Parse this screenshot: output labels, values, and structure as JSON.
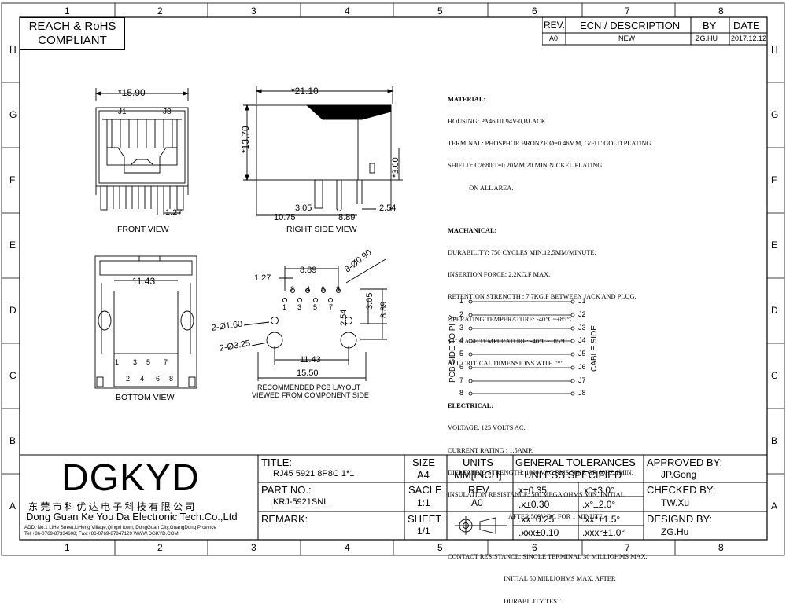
{
  "compliance": {
    "line1": "REACH & RoHS",
    "line2": "COMPLIANT"
  },
  "zones": {
    "columns": [
      "1",
      "2",
      "3",
      "4",
      "5",
      "6",
      "7",
      "8"
    ],
    "rows": [
      "H",
      "G",
      "F",
      "E",
      "D",
      "C",
      "B",
      "A"
    ]
  },
  "revision": {
    "headers": {
      "rev": "REV.",
      "ecn": "ECN / DESCRIPTION",
      "by": "BY",
      "date": "DATE"
    },
    "row": {
      "rev": "A0",
      "ecn": "NEW",
      "by": "ZG.HU",
      "date": "2017.12.12"
    }
  },
  "views": {
    "front": "FRONT VIEW",
    "right": "RIGHT SIDE VIEW",
    "bottom": "BOTTOM VIEW",
    "pcb_line1": "RECOMMENDED PCB LAYOUT",
    "pcb_line2": "VIEWED FROM COMPONENT SIDE"
  },
  "dims": {
    "front_width": "*15.90",
    "j1": "J1",
    "j8": "J8",
    "pitch": "1.27",
    "side_width": "*21.10",
    "side_height": "*13.70",
    "side_3_00": "*3.00",
    "d_10_75": "10.75",
    "d_3_05": "3.05",
    "d_8_89": "8.89",
    "d_2_54": "2.54",
    "bottom_11_43": "11.43",
    "pcb_8_89_top": "8.89",
    "pcb_1_27": "1.27",
    "pcb_hole_090": "8-Ø0.90",
    "pcb_3_05": "3.05",
    "pcb_8_89_right": "8.89",
    "pcb_2_54": "2.54",
    "pcb_160": "2-Ø1.60",
    "pcb_325": "2-Ø3.25",
    "pcb_11_43": "11.43",
    "pcb_15_50": "15.50"
  },
  "pins": {
    "odd": [
      "1",
      "3",
      "5",
      "7"
    ],
    "even": [
      "2",
      "4",
      "6",
      "8"
    ]
  },
  "bottom_pins": {
    "odd": [
      "1",
      "3",
      "5",
      "7"
    ],
    "even": [
      "2",
      "4",
      "6",
      "8"
    ]
  },
  "notes": {
    "material_title": "MATERIAL:",
    "material": [
      "HOUSING: PA46,UL94V-0,BLACK.",
      "TERMINAL: PHOSPHOR BRONZE Ø=0.46MM, G/FU\" GOLD PLATING.",
      "SHIELD: C2680,T=0.20MM,20 MIN NICKEL PLATING",
      "             ON ALL AREA."
    ],
    "mechanical_title": "MACHANICAL:",
    "mechanical": [
      "DURABILITY: 750 CYCLES MIN,12.5MM/MINUTE.",
      "INSERTION FORCE: 2.2KG.F MAX.",
      "RETENTION STRENGTH : 7.7KG.F BETWEEN JACK AND PLUG.",
      "OPERATING TEMPERATURE: -40℃~+85℃.",
      "STORAGE TEMPERATURE: -40℃~+85℃.",
      "ALL CRITICAL DIMENSIONS WITH \"*\""
    ],
    "electrical_title": "ELECTRICAL:",
    "electrical": [
      "VOLTAGE: 125 VOLTS AC.",
      "CURRENT RATING : 1.5AMP.",
      "DIELECTRIC STRENGTH: 1000 VAC RMS 50HZ OR 60HZ,1MIN.",
      "INSULATION RESISTANCE: 500 MEGA OHMS MIN. INITIAL",
      "                                     AFTER 500V DC FOR 1 MINUTE.",
      "",
      "CONTACT RESISTANCE: SINGLE TERMINAL 30 MILLIOHMS MAX.",
      "                                  INITIAL 50 MILLIOHMS MAX. AFTER",
      "                                  DURABILITY TEST."
    ]
  },
  "schematic": {
    "left_label": "PCB SIDE TO PHY",
    "right_label": "CABLE SIDE",
    "pins": [
      "1",
      "2",
      "3",
      "4",
      "5",
      "6",
      "7",
      "8"
    ],
    "jacks": [
      "J1",
      "J2",
      "J3",
      "J4",
      "J5",
      "J6",
      "J7",
      "J8"
    ]
  },
  "title_block": {
    "logo": "DGKYD",
    "company_cn": "东 莞 市 科 优 达 电 子 科 技 有 限 公 司",
    "company_en": "Dong Guan Ke You Da Electronic Tech.Co.,Ltd",
    "address": "ADD: No.1 LiHe Street,LiHeng Village,Qingxi town, DongGuan City,GuangDong Province",
    "contact": "Tel:+86-0769-87334608; Fax:+86-0769-87847129  WWW.DGKYD.COM",
    "title_label": "TITLE:",
    "title_value": "RJ45 5921 8P8C 1*1",
    "partno_label": "PART NO.:",
    "partno_value": "KRJ-5921SNL",
    "remark_label": "REMARK:",
    "size_label": "SIZE",
    "size_value": "A4",
    "units_label": "UNITS",
    "units_value": "MM[INCH]",
    "scale_label": "SACLE",
    "scale_value": "1:1",
    "rev_label": "REV",
    "rev_value": "A0",
    "sheet_label": "SHEET",
    "sheet_value": "1/1",
    "tol_line1": "GENERAL TOLERANCES",
    "tol_line2": "UNLESS SPECIFIED",
    "tolerances": [
      [
        "x±0.35",
        "x°±3.0°"
      ],
      [
        ".x±0.30",
        ".x°±2.0°"
      ],
      [
        ".xx±0.25",
        ".xx°±1.5°"
      ],
      [
        ".xxx±0.10",
        ".xxx°±1.0°"
      ]
    ],
    "approved_label": "APPROVED BY:",
    "approved_value": "JP.Gong",
    "checked_label": "CHECKED BY:",
    "checked_value": "TW.Xu",
    "designed_label": "DESIGND BY:",
    "designed_value": "ZG.Hu"
  }
}
